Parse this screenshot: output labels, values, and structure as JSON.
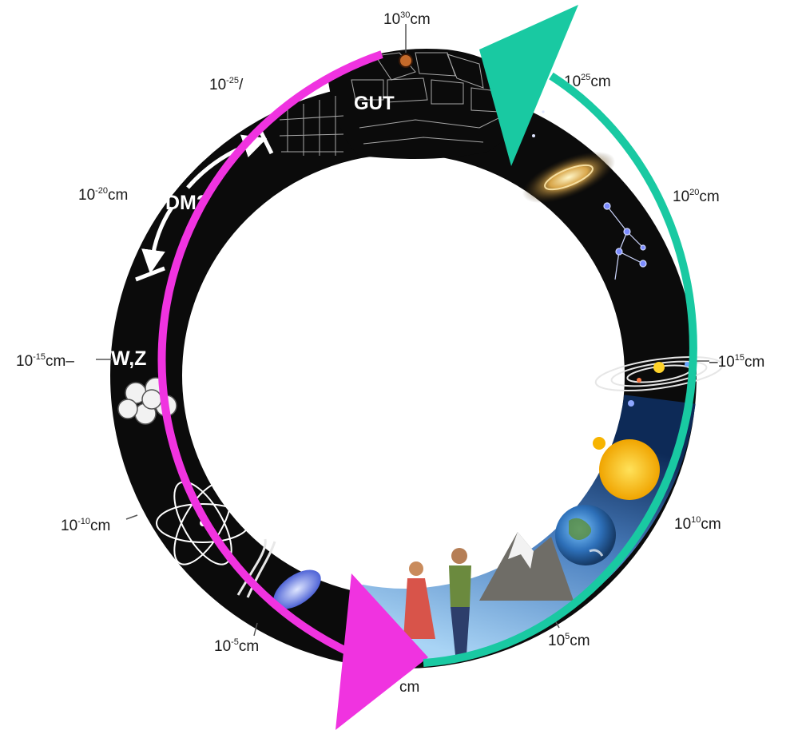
{
  "diagram": {
    "scale_labels": [
      {
        "id": "label-10e30",
        "base": "10",
        "exp": "30",
        "unit": "cm"
      },
      {
        "id": "label-10e25-right",
        "base": "10",
        "exp": "25",
        "unit": "cm"
      },
      {
        "id": "label-10e20-right",
        "base": "10",
        "exp": "20",
        "unit": "cm"
      },
      {
        "id": "label-10e15-right",
        "base": "–10",
        "exp": "15",
        "unit": "cm"
      },
      {
        "id": "label-10e10-right",
        "base": "10",
        "exp": "10",
        "unit": "cm"
      },
      {
        "id": "label-10e5-right",
        "base": "10",
        "exp": "5",
        "unit": "cm"
      },
      {
        "id": "label-bottom",
        "base": "",
        "exp": "",
        "unit": "cm"
      },
      {
        "id": "label-10e-5",
        "base": "10",
        "exp": "-5",
        "unit": "cm"
      },
      {
        "id": "label-10e-10",
        "base": "10",
        "exp": "-10",
        "unit": "cm"
      },
      {
        "id": "label-10e-15",
        "base": "10",
        "exp": "-15",
        "unit": "cm–"
      },
      {
        "id": "label-10e-20",
        "base": "10",
        "exp": "-20",
        "unit": "cm"
      },
      {
        "id": "label-10e-25",
        "base": "10",
        "exp": "-25",
        "unit": "/"
      }
    ],
    "ring_labels": {
      "gut": "GUT",
      "dark_matter": "DM?",
      "wz": "W,Z"
    },
    "colors": {
      "ring_dark": "#0b0b0b",
      "sky_light": "#a9d4f5",
      "sky_dark": "#0d2a57",
      "magenta_arrow": "#f033e0",
      "teal_arrow": "#19c9a2",
      "label_text": "#1a1a1a"
    },
    "icons": [
      "snake-head-icon",
      "galaxy-icon",
      "constellation-icon",
      "solar-system-icon",
      "sun-icon",
      "earth-icon",
      "mountain-icon",
      "people-icon",
      "bacterium-icon",
      "dna-icon",
      "atom-icon",
      "nucleus-icon",
      "double-arrow-icon"
    ]
  }
}
